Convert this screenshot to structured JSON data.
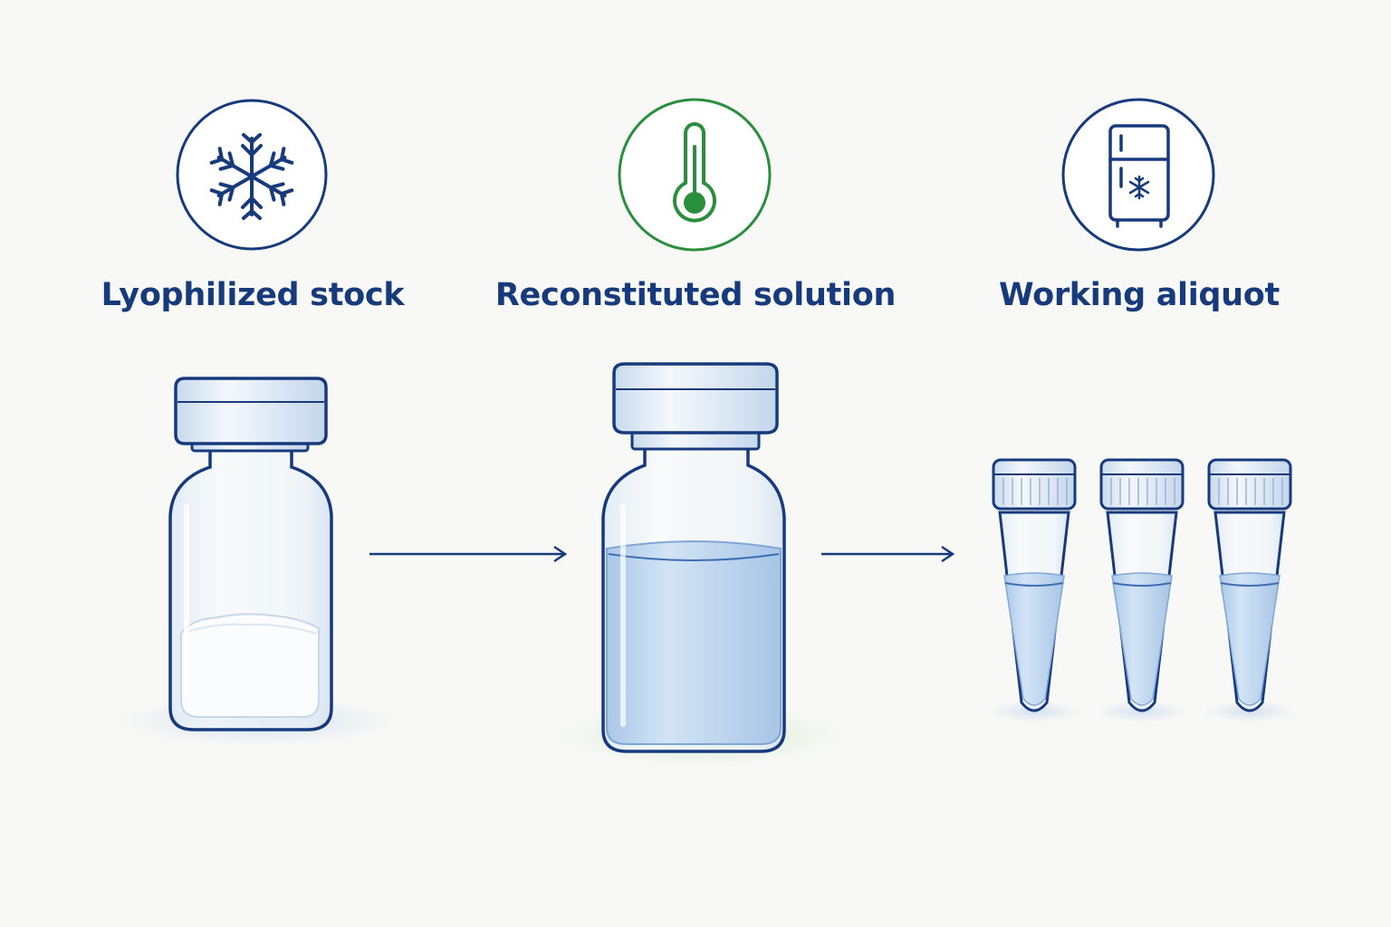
{
  "stages": [
    {
      "label": "Lyophilized stock",
      "icon": "snowflake-icon",
      "accent": "#163a7c"
    },
    {
      "label": "Reconstituted solution",
      "icon": "thermometer-icon",
      "accent": "#2a8f3c"
    },
    {
      "label": "Working aliquot",
      "icon": "freezer-icon",
      "accent": "#163a7c"
    }
  ],
  "colors": {
    "navy": "#163a7c",
    "green": "#2a8f3c",
    "liquid": "#bcd6ef",
    "glass": "#eef4fb",
    "background": "#f8f9f6"
  }
}
